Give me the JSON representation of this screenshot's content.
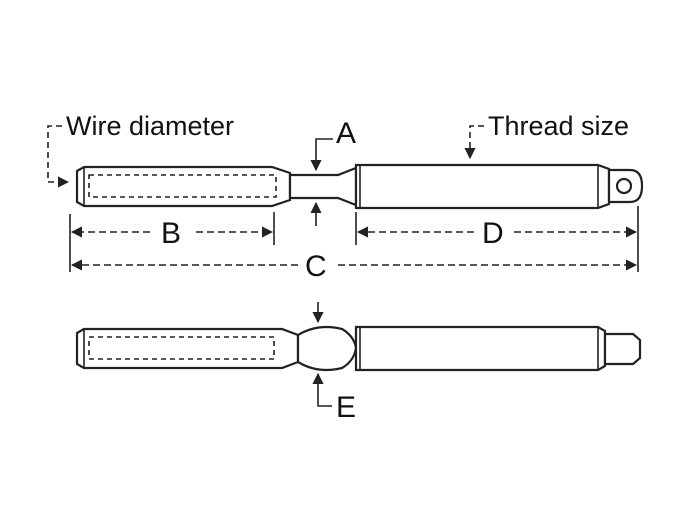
{
  "diagram": {
    "labels": {
      "wire_diameter": "Wire diameter",
      "thread_size": "Thread size",
      "a": "A",
      "b": "B",
      "c": "C",
      "d": "D",
      "e": "E"
    },
    "colors": {
      "stroke": "#222222",
      "fill": "#ffffff"
    }
  }
}
